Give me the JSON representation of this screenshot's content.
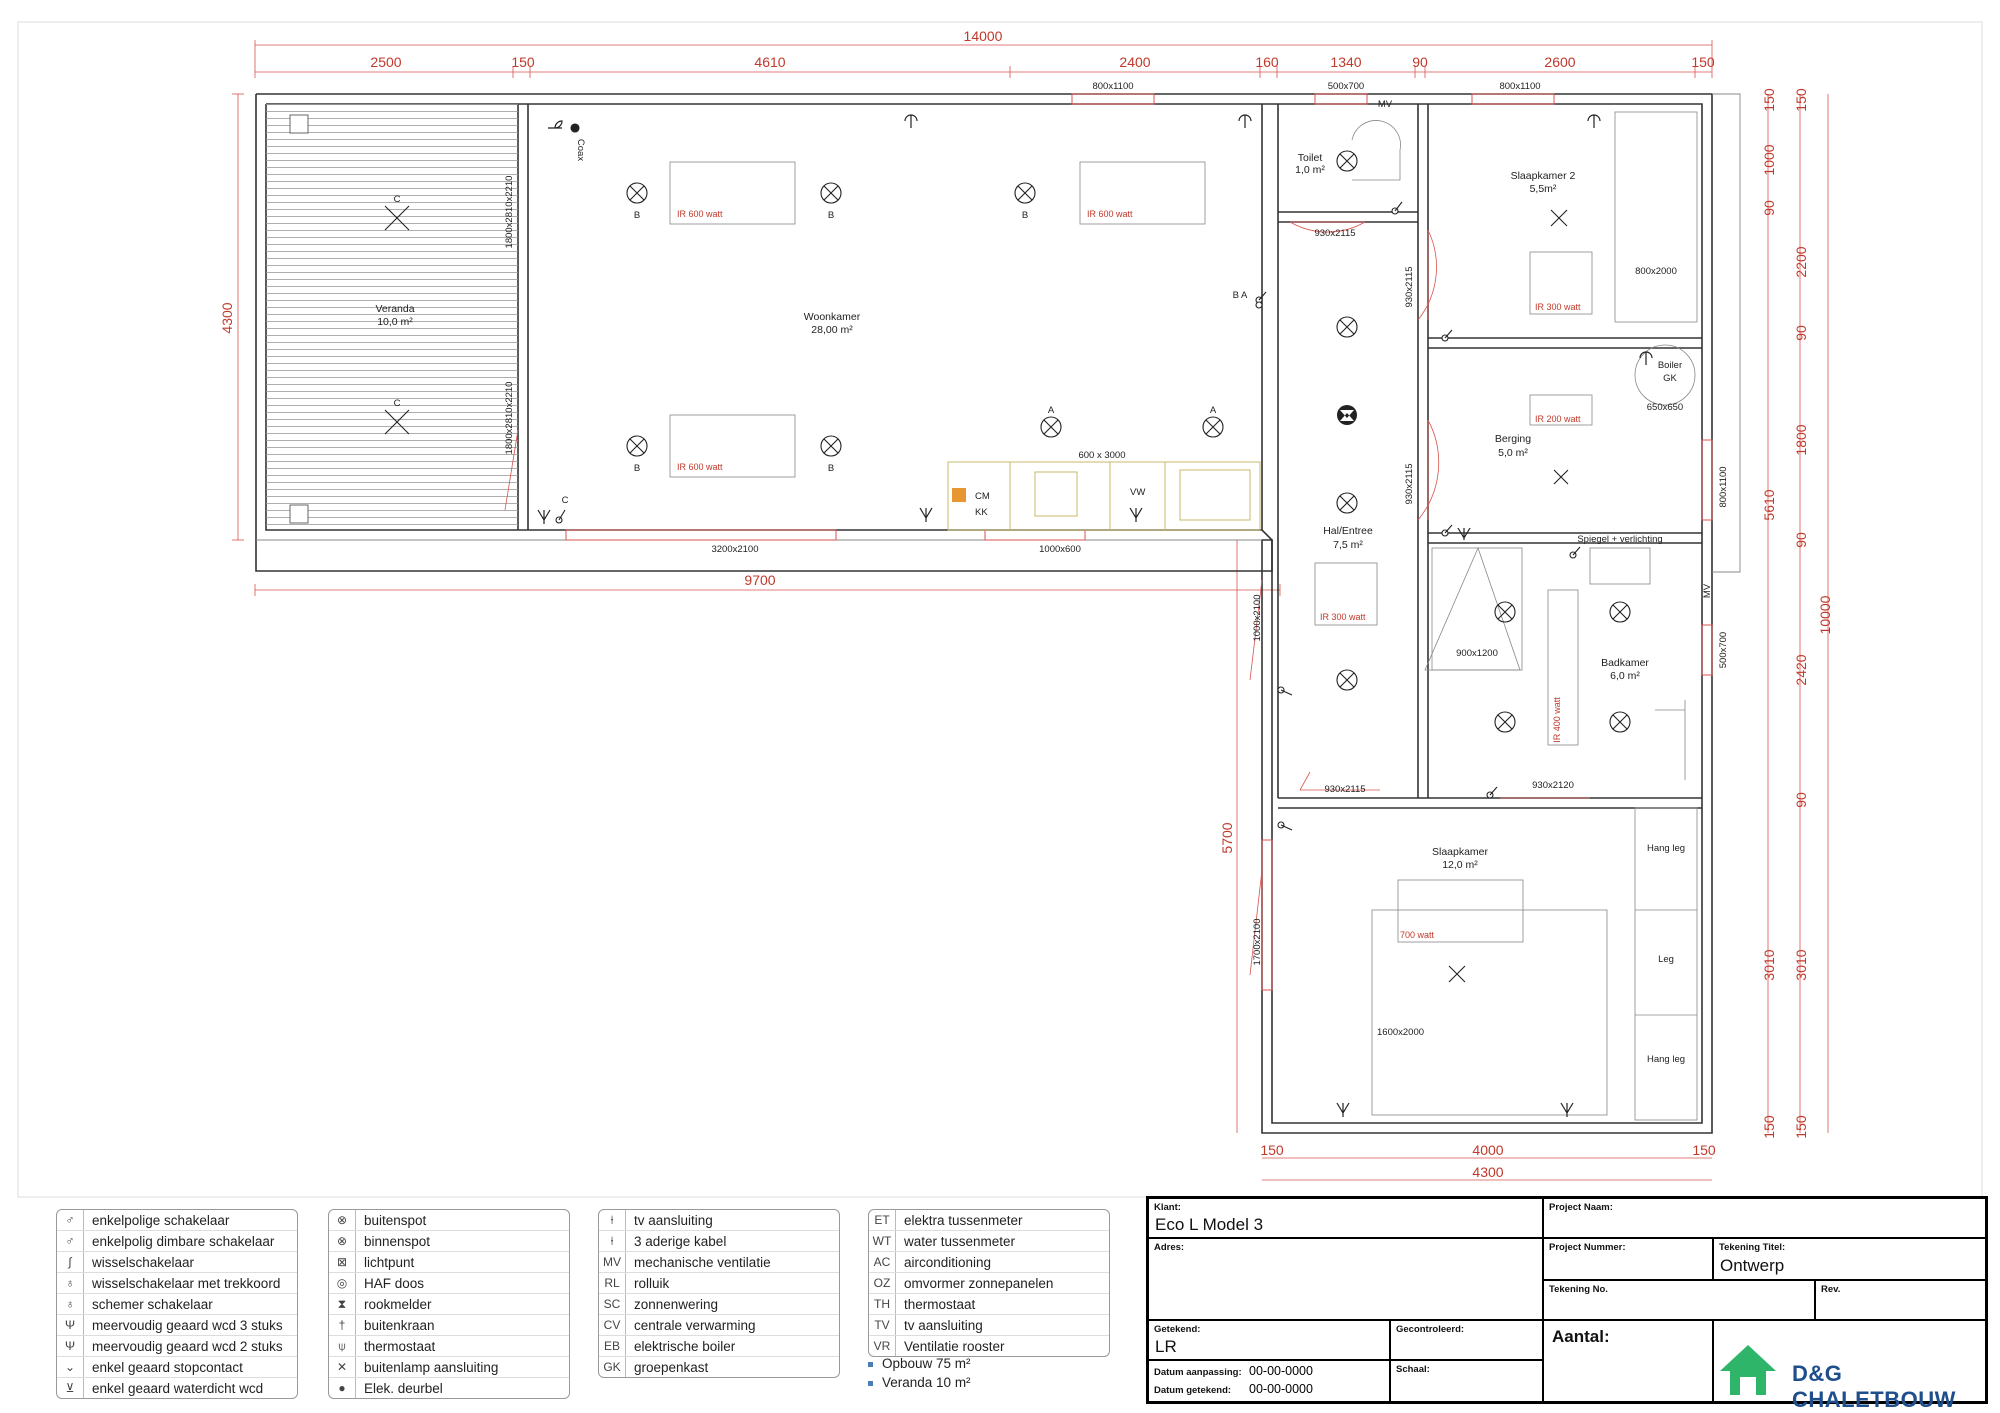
{
  "dimensions": {
    "top_total": "14000",
    "top_segments": [
      "2500",
      "150",
      "4610",
      "2400",
      "160",
      "1340",
      "90",
      "2600",
      "150"
    ],
    "bottom_left": "9700",
    "left_height": "4300",
    "right_inner": [
      "150",
      "1000",
      "90",
      "2200",
      "90",
      "1800",
      "90",
      "2420",
      "90",
      "3010",
      "150"
    ],
    "right_outer": [
      "150",
      "5610",
      "10000",
      "3010",
      "150"
    ],
    "wing_left": "5700",
    "bottom_segments": [
      "150",
      "4000",
      "150"
    ],
    "bottom_total": "4300"
  },
  "openings": {
    "w_top1": "800x1100",
    "w_top2": "500x700",
    "w_top3": "800x1100",
    "mv_top": "MV",
    "door_toilet": "930x2115",
    "door_slaap2": "930x2115",
    "door_berging": "930x2115",
    "door_hal_bottom": "930x2115",
    "door_bad": "930x2120",
    "veranda_w1": "1800x2810x2210",
    "veranda_w2": "1800x2810x2210",
    "woon_bottom": "3200x2100",
    "kitchen_window": "1000x600",
    "kitchen": "600 x 3000",
    "hal_window": "1000x2100",
    "slaap_window": "1700x2100",
    "right_window_berging": "800x1100",
    "right_window_bad": "500x700",
    "mv_right": "MV"
  },
  "rooms": {
    "veranda": {
      "name": "Veranda",
      "area": "10,0 m²"
    },
    "woonkamer": {
      "name": "Woonkamer",
      "area": "28,00 m²"
    },
    "toilet": {
      "name": "Toilet",
      "area": "1,0 m²"
    },
    "slaapkamer2": {
      "name": "Slaapkamer 2",
      "area": "5,5m²"
    },
    "berging": {
      "name": "Berging",
      "area": "5,0 m²"
    },
    "hal": {
      "name": "Hal/Entree",
      "area": "7,5 m²"
    },
    "badkamer": {
      "name": "Badkamer",
      "area": "6,0 m²"
    },
    "slaapkamer": {
      "name": "Slaapkamer",
      "area": "12,0 m²"
    }
  },
  "fixtures": {
    "ir600_1": "IR 600 watt",
    "ir600_2": "IR 600 watt",
    "ir600_3": "IR 600 watt",
    "ir300_slaap2": "IR 300 watt",
    "ir200_berging": "IR 200 watt",
    "ir300_hal": "IR 300 watt",
    "ir400_bad": "IR 400 watt",
    "ir700_slaap": "700 watt",
    "bed2": "800x2000",
    "bed1": "1600x2000",
    "shower": "900x1200",
    "boiler": "Boiler",
    "boiler_gk": "GK",
    "boiler_size": "650x650",
    "mirror": "Spiegel + verlichting",
    "coax": "Coax",
    "cm": "CM",
    "kk": "KK",
    "vw": "VW",
    "wardrobe1": "Hang leg",
    "wardrobe2": "Leg",
    "wardrobe3": "Hang leg",
    "tag_a": "A",
    "tag_b": "B",
    "tag_c": "C",
    "tag_ba": "B A"
  },
  "legend": {
    "col1": [
      "enkelpolige schakelaar",
      "enkelpolig dimbare schakelaar",
      "wisselschakelaar",
      "wisselschakelaar met trekkoord",
      "schemer schakelaar",
      "meervoudig geaard wcd 3 stuks",
      "meervoudig geaard wcd 2 stuks",
      "enkel geaard stopcontact",
      "enkel geaard waterdicht wcd"
    ],
    "col2": [
      "buitenspot",
      "binnenspot",
      "lichtpunt",
      "HAF doos",
      "rookmelder",
      "buitenkraan",
      "thermostaat",
      "buitenlamp aansluiting",
      "Elek. deurbel"
    ],
    "col3_codes": [
      "",
      "",
      "MV",
      "RL",
      "SC",
      "CV",
      "EB",
      "GK"
    ],
    "col3": [
      "tv aansluiting",
      "3 aderige kabel",
      "mechanische ventilatie",
      "rolluik",
      "zonnenwering",
      "centrale verwarming",
      "elektrische boiler",
      "groepenkast"
    ],
    "col4_codes": [
      "ET",
      "WT",
      "AC",
      "OZ",
      "TH",
      "TV",
      "VR"
    ],
    "col4": [
      "elektra tussenmeter",
      "water tussenmeter",
      "airconditioning",
      "omvormer zonnepanelen",
      "thermostaat",
      "tv aansluiting",
      "Ventilatie rooster"
    ],
    "extras": [
      "Opbouw 75 m²",
      "Veranda 10 m²"
    ]
  },
  "title_block": {
    "klant_label": "Klant:",
    "klant": "Eco L Model 3",
    "project_naam_label": "Project Naam:",
    "adres_label": "Adres:",
    "project_nummer_label": "Project Nummer:",
    "tekening_titel_label": "Tekening Titel:",
    "tekening_titel": "Ontwerp",
    "tekening_no_label": "Tekening No.",
    "rev_label": "Rev.",
    "getekend_label": "Getekend:",
    "getekend": "LR",
    "gecontroleerd_label": "Gecontroleerd:",
    "aantal_label": "Aantal:",
    "datum_aanpassing_label": "Datum aanpassing:",
    "datum_aanpassing": "00-00-0000",
    "datum_getekend_label": "Datum getekend:",
    "datum_getekend": "00-00-0000",
    "schaal_label": "Schaal:",
    "logo": "D&G CHALETBOUW"
  },
  "colors": {
    "dimension": "#c0392b",
    "logo_green": "#2fb56a",
    "logo_text": "#1f4e8c"
  }
}
